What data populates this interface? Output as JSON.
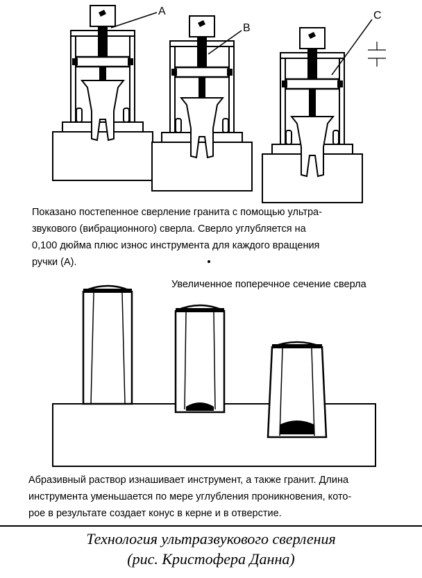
{
  "labels": {
    "a": "A",
    "b": "B",
    "c": "C"
  },
  "caption_top": [
    "Показано постепенное сверление гранита с помощью ультра-",
    "звукового (вибрационного) сверла. Сверло углубляется на",
    "0,100 дюйма плюс износ инструмента для каждого вращения",
    "ручки (A)."
  ],
  "section_title": "Увеличенное поперечное сечение сверла",
  "caption_bottom": [
    "Абразивный раствор изнашивает инструмент, а также гранит. Длина",
    "инструмента уменьшается по мере углубления проникновения, кото-",
    "рое в результате создает конус в керне и в отверстие."
  ],
  "credit": [
    "Технология ультразвукового сверления",
    "(рис. Кристофера Данна)"
  ],
  "colors": {
    "ink": "#000000",
    "paper": "#ffffff",
    "granite": "#ffffff"
  }
}
